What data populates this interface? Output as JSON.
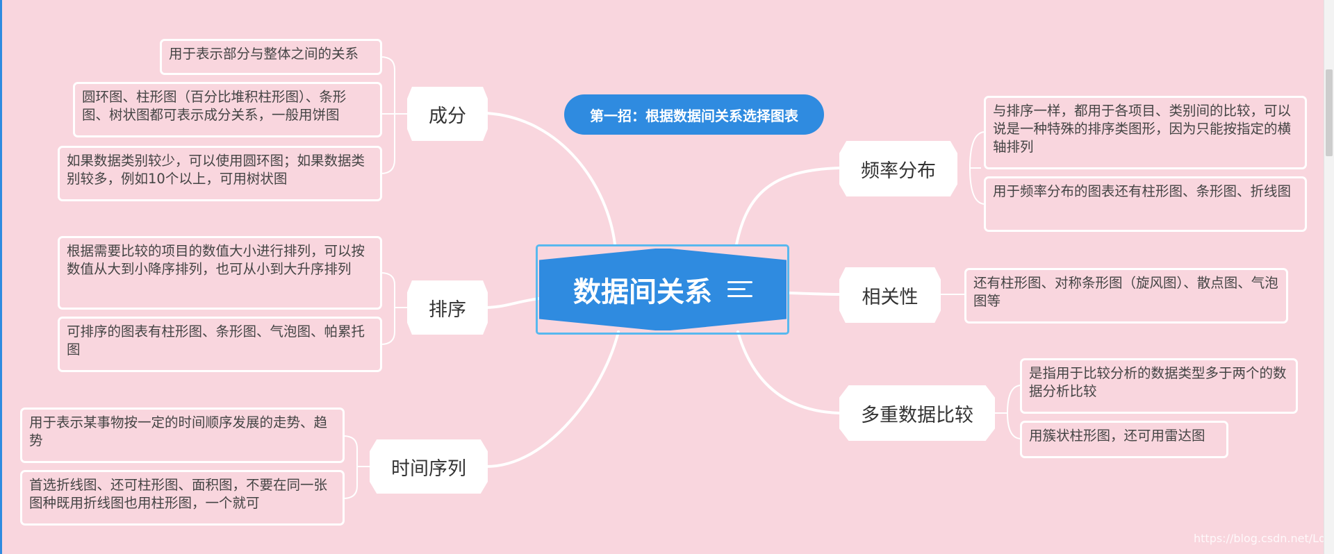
{
  "diagram": {
    "center": {
      "label": "数据间关系",
      "icon": "menu-lines-icon"
    },
    "callout": "第一招：根据数据间关系选择图表",
    "branches": [
      {
        "id": "composition",
        "label": "成分",
        "notes": [
          "用于表示部分与整体之间的关系",
          "圆环图、柱形图（百分比堆积柱形图）、条形图、树状图都可表示成分关系，一般用饼图",
          "如果数据类别较少，可以使用圆环图；如果数据类别较多，例如10个以上，可用树状图"
        ]
      },
      {
        "id": "ranking",
        "label": "排序",
        "notes": [
          "根据需要比较的项目的数值大小进行排列，可以按数值从大到小降序排列，也可从小到大升序排列",
          "可排序的图表有柱形图、条形图、气泡图、帕累托图"
        ]
      },
      {
        "id": "time-series",
        "label": "时间序列",
        "notes": [
          "用于表示某事物按一定的时间顺序发展的走势、趋势",
          "首选折线图、还可柱形图、面积图，不要在同一张图种既用折线图也用柱形图，一个就可"
        ]
      },
      {
        "id": "frequency",
        "label": "频率分布",
        "notes": [
          "与排序一样，都用于各项目、类别间的比较，可以说是一种特殊的排序类图形，因为只能按指定的横轴排列",
          "用于频率分布的图表还有柱形图、条形图、折线图"
        ]
      },
      {
        "id": "correlation",
        "label": "相关性",
        "notes": [
          "还有柱形图、对称条形图（旋风图）、散点图、气泡图等"
        ]
      },
      {
        "id": "multi-compare",
        "label": "多重数据比较",
        "notes": [
          "是指用于比较分析的数据类型多于两个的数据分析比较",
          "用簇状柱形图，还可用雷达图"
        ]
      }
    ],
    "watermark": "https://blog.csdn.net/LdyLly",
    "colors": {
      "background": "#f9d6de",
      "accent": "#2f8be0",
      "frame": "#58b8ee",
      "line": "#ffffff"
    }
  }
}
